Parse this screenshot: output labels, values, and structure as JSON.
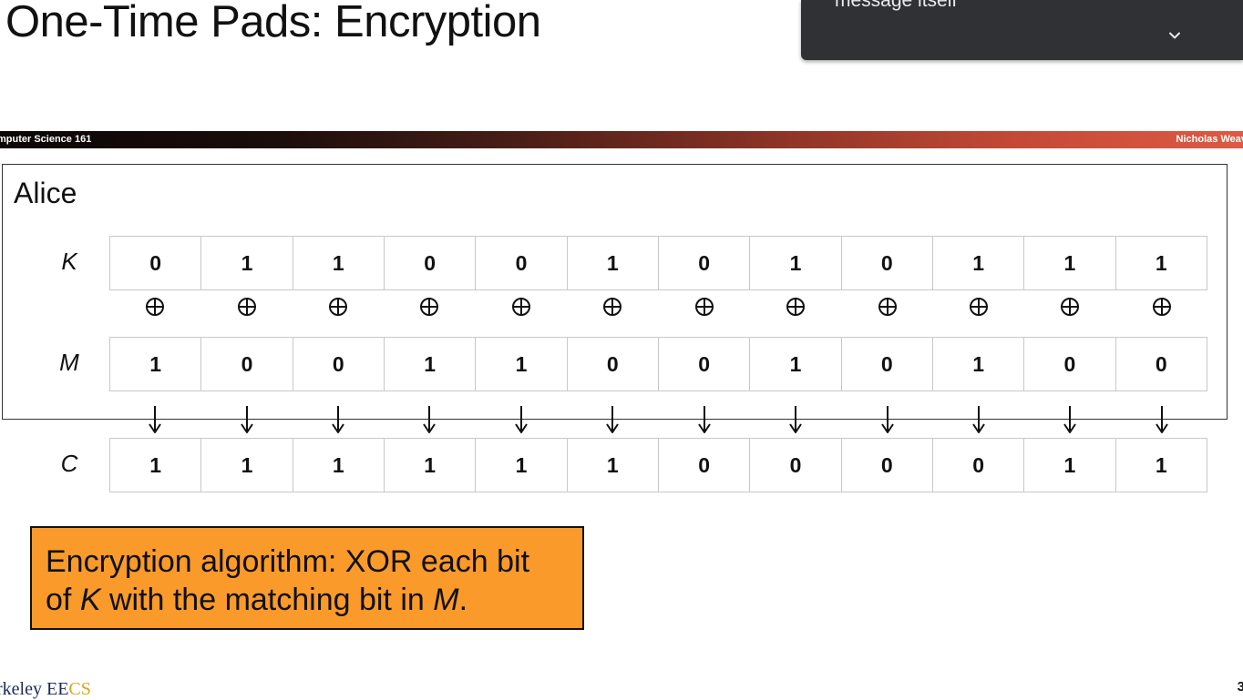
{
  "slide": {
    "title": "One-Time Pads: Encryption",
    "banner_left": "mputer Science 161",
    "banner_right": "Nicholas Weav",
    "panel_label": "Alice",
    "rows": [
      {
        "label": "K",
        "bits": [
          "0",
          "1",
          "1",
          "0",
          "0",
          "1",
          "0",
          "1",
          "0",
          "1",
          "1",
          "1"
        ]
      },
      {
        "label": "M",
        "bits": [
          "1",
          "0",
          "0",
          "1",
          "1",
          "0",
          "0",
          "1",
          "0",
          "1",
          "0",
          "0"
        ]
      },
      {
        "label": "C",
        "bits": [
          "1",
          "1",
          "1",
          "1",
          "1",
          "1",
          "0",
          "0",
          "0",
          "0",
          "1",
          "1"
        ]
      }
    ],
    "xor_symbol": "xor-icon",
    "arrow_symbol": "down-arrow-icon",
    "note": {
      "part1": "Encryption algorithm: XOR each bit",
      "part2": "of ",
      "part3": "K",
      "part4": " with the matching bit in ",
      "part5": "M",
      "part6": "."
    },
    "footer_logo_main": "rkeley EE",
    "footer_logo_accent": "CS",
    "page_number": "3"
  },
  "captions": {
    "text": "message itself",
    "collapse_icon": "chevron-down-icon"
  },
  "colors": {
    "note_background": "#f99a2a",
    "caption_panel": "#303134",
    "banner_accent": "#dd5a44"
  }
}
